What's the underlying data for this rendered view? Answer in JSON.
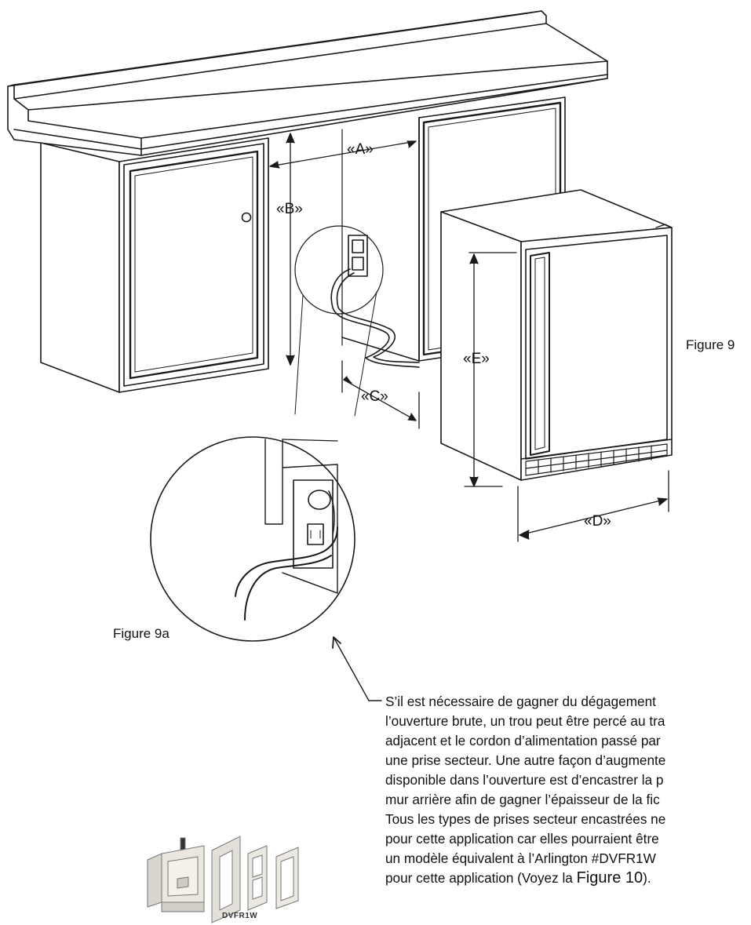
{
  "dimension_labels": {
    "a": "«A»",
    "b": "«B»",
    "c": "«C»",
    "d": "«D»",
    "e": "«E»"
  },
  "figure_labels": {
    "main": "Figure 9",
    "detail": "Figure 9a"
  },
  "note": {
    "lines": [
      "S’il est nécessaire de gagner du dégagement ",
      "l’ouverture brute, un trou peut être percé au tra",
      "adjacent et le cordon d’alimentation passé par",
      "une prise secteur. Une autre façon d’augmente",
      "disponible dans l’ouverture est d’encastrer la p",
      "mur arrière afin de gagner l’épaisseur de la fic",
      "Tous les types de prises secteur encastrées ne",
      "pour cette application car elles pourraient être",
      "un modèle équivalent à l’Arlington #DVFR1W "
    ],
    "last_line_prefix": "pour cette application (Voyez la ",
    "last_line_ref": "Figure 10",
    "last_line_suffix": ")."
  },
  "product_image": {
    "caption": "DVFR1W"
  }
}
